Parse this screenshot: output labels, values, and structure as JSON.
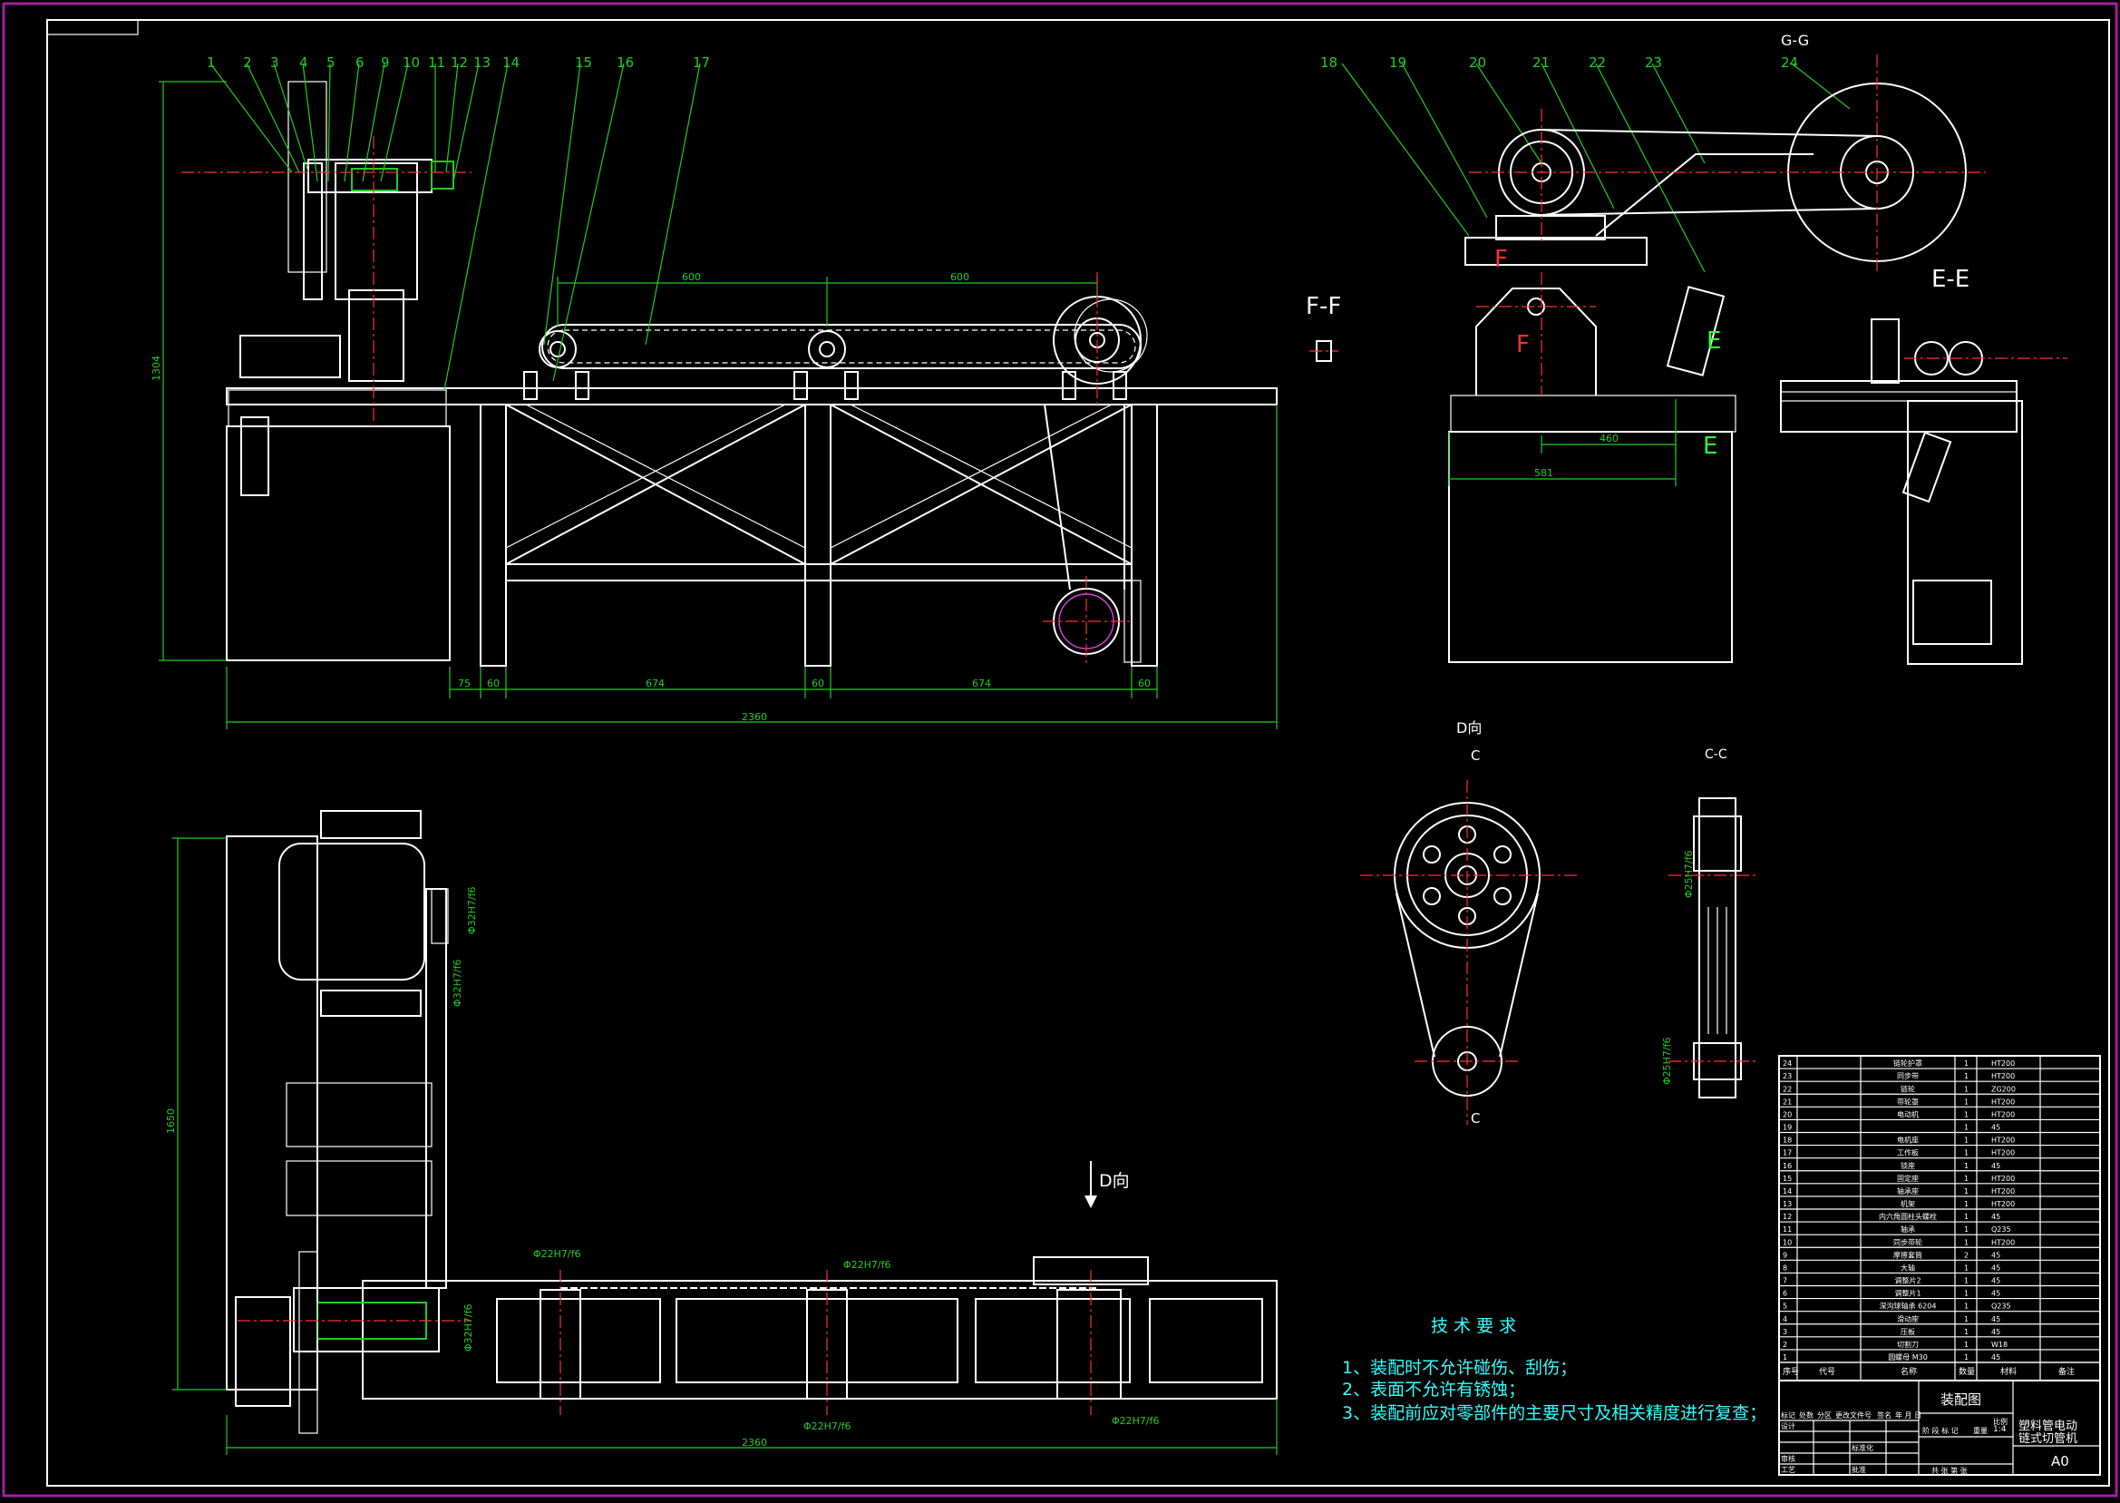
{
  "sheet": {
    "border_color": "#a020a0",
    "line_color": "#ffffff",
    "dim_color": "#22cc22",
    "center_color": "#ff3030",
    "note_color": "#33ffff"
  },
  "balloons": [
    "1",
    "2",
    "3",
    "4",
    "5",
    "6",
    "9",
    "10",
    "11",
    "12",
    "13",
    "14",
    "15",
    "16",
    "17",
    "18",
    "19",
    "20",
    "21",
    "22",
    "23",
    "24"
  ],
  "dims_front": {
    "height": "1304",
    "span1": "600",
    "span2": "600",
    "d75": "75",
    "d60a": "60",
    "d674a": "674",
    "d60b": "60",
    "d674b": "674",
    "d60c": "60",
    "total": "2360"
  },
  "dims_plan": {
    "height": "1650",
    "total": "2360",
    "fit1": "Φ32H7/f6",
    "fit2": "Φ22H7/f6",
    "fit3": "Φ22H7/f6",
    "fit4": "Φ22H7/f6",
    "fit5": "Φ22H7/f6",
    "fit6": "Φ32H7/f6",
    "fit7": "Φ32H7/f6"
  },
  "views": {
    "gg": "G-G",
    "ee": "E-E",
    "ff": "F-F",
    "f_mark1": "F",
    "f_mark2": "F",
    "e_mark1": "E",
    "e_mark2": "E",
    "dir_d": "D向",
    "dir_d2": "D向",
    "cc": "C-C",
    "c_mark1": "C",
    "c_mark2": "C",
    "d460": "460",
    "d581": "581",
    "fit_cc1": "Φ25H7/f6",
    "fit_cc2": "Φ25H7/f6"
  },
  "tech": {
    "title": "技 术 要 求",
    "r1": "1、装配时不允许碰伤、刮伤；",
    "r2": "2、表面不允许有锈蚀；",
    "r3": "3、装配前应对零部件的主要尺寸及相关精度进行复查；"
  },
  "bom_rows": [
    [
      "24",
      "链轮护罩",
      "1",
      "HT200"
    ],
    [
      "23",
      "同步带",
      "1",
      "HT200"
    ],
    [
      "22",
      "链轮",
      "1",
      "ZG200"
    ],
    [
      "21",
      "带轮罩",
      "1",
      "HT200"
    ],
    [
      "20",
      "电动机",
      "1",
      "HT200"
    ],
    [
      "19",
      "",
      "1",
      "45"
    ],
    [
      "18",
      "电机座",
      "1",
      "HT200"
    ],
    [
      "17",
      "工作板",
      "1",
      "HT200"
    ],
    [
      "16",
      "锁座",
      "1",
      "45"
    ],
    [
      "15",
      "固定座",
      "1",
      "HT200"
    ],
    [
      "14",
      "轴承座",
      "1",
      "HT200"
    ],
    [
      "13",
      "机架",
      "1",
      "HT200"
    ],
    [
      "12",
      "内六角圆柱头螺栓",
      "1",
      "45"
    ],
    [
      "11",
      "轴承",
      "1",
      "Q235"
    ],
    [
      "10",
      "同步带轮",
      "1",
      "HT200"
    ],
    [
      "9",
      "摩擦套筒",
      "2",
      "45"
    ],
    [
      "8",
      "大轴",
      "1",
      "45"
    ],
    [
      "7",
      "调整片2",
      "1",
      "45"
    ],
    [
      "6",
      "调整片1",
      "1",
      "45"
    ],
    [
      "5",
      "深沟球轴承 6204",
      "1",
      "Q235"
    ],
    [
      "4",
      "滑动座",
      "1",
      "45"
    ],
    [
      "3",
      "压板",
      "1",
      "45"
    ],
    [
      "2",
      "切割刀",
      "1",
      "W18"
    ],
    [
      "1",
      "圆螺母 M30",
      "1",
      "45"
    ]
  ],
  "bom_header": {
    "no": "序号",
    "code": "代号",
    "name": "名称",
    "qty": "数量",
    "material": "材料",
    "remark": "备注"
  },
  "title_block": {
    "drawing_name": "装配图",
    "product": "塑料管电动",
    "product2": "链式切管机",
    "size": "A0",
    "scale": "1:4",
    "designer": "设计",
    "checker": "审核",
    "approver": "批准",
    "process": "工艺",
    "std": "标准化",
    "mark": "标记",
    "count": "处数",
    "zone": "分区",
    "change": "更改文件号",
    "sign": "签名",
    "date": "年 月 日",
    "stage": "阶 段 标 记",
    "weight": "重量",
    "ratio": "比例",
    "sheet": "共 张 第 张"
  }
}
